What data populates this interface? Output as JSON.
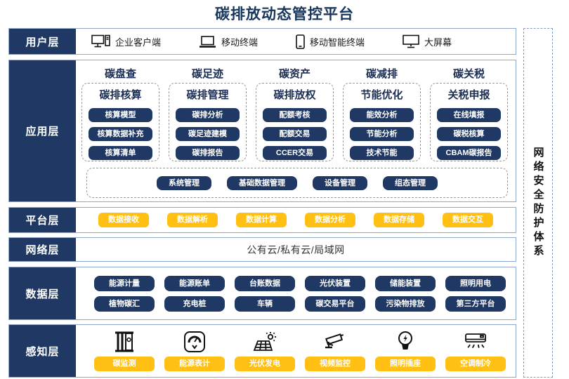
{
  "title": "碳排放动态管控平台",
  "colors": {
    "navy": "#1f3864",
    "yellow": "#ffc013",
    "row_border": "#8ea9cc"
  },
  "security_bar": {
    "label": "网络安全防护体系"
  },
  "layers": {
    "user": {
      "label": "用户层",
      "devices": [
        {
          "icon": "desktop-computer-icon",
          "label": "企业客户端"
        },
        {
          "icon": "laptop-icon",
          "label": "移动终端"
        },
        {
          "icon": "smartphone-icon",
          "label": "移动智能终端"
        },
        {
          "icon": "big-screen-icon",
          "label": "大屏幕"
        }
      ]
    },
    "app": {
      "label": "应用层",
      "columns": [
        {
          "header": "碳盘查",
          "title": "碳排核算",
          "items": [
            "核算模型",
            "核算数据补充",
            "核算清单"
          ]
        },
        {
          "header": "碳足迹",
          "title": "碳排管理",
          "items": [
            "碳排分析",
            "碳足迹建模",
            "碳排报告"
          ]
        },
        {
          "header": "碳资产",
          "title": "碳排放权",
          "items": [
            "配额考核",
            "配额交易",
            "CCER交易"
          ]
        },
        {
          "header": "碳减排",
          "title": "节能优化",
          "items": [
            "能效分析",
            "节能分析",
            "技术节能"
          ]
        },
        {
          "header": "碳关税",
          "title": "关税申报",
          "items": [
            "在线填报",
            "碳税核算",
            "CBAM碳报告"
          ]
        }
      ],
      "common": [
        "系统管理",
        "基础数据管理",
        "设备管理",
        "组态管理"
      ]
    },
    "platform": {
      "label": "平台层",
      "items": [
        "数据接收",
        "数据解析",
        "数据计算",
        "数据分析",
        "数据存储",
        "数据交互"
      ]
    },
    "network": {
      "label": "网络层",
      "text": "公有云/私有云/局域网"
    },
    "data": {
      "label": "数据层",
      "rows": [
        [
          "能源计量",
          "能源账单",
          "台账数据",
          "光伏装置",
          "储能装置",
          "照明用电"
        ],
        [
          "植物碳汇",
          "充电桩",
          "车辆",
          "碳交易平台",
          "污染物排放",
          "第三方平台"
        ]
      ]
    },
    "sensing": {
      "label": "感知层",
      "items": [
        {
          "icon": "carbon-monitor-icon",
          "label": "碳监测"
        },
        {
          "icon": "energy-meter-icon",
          "label": "能源表计"
        },
        {
          "icon": "solar-panel-icon",
          "label": "光伏发电"
        },
        {
          "icon": "cctv-camera-icon",
          "label": "视频监控"
        },
        {
          "icon": "light-bulb-icon",
          "label": "照明插座"
        },
        {
          "icon": "air-conditioner-icon",
          "label": "空调制冷"
        }
      ]
    }
  }
}
